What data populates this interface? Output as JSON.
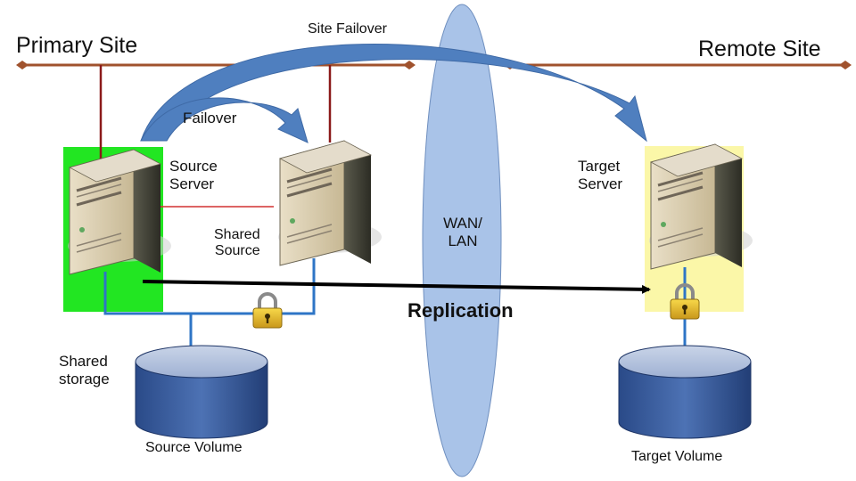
{
  "labels": {
    "primary_site": "Primary Site",
    "remote_site": "Remote Site",
    "site_failover": "Site Failover",
    "failover": "Failover",
    "source_server": "Source\nServer",
    "shared_source": "Shared\nSource",
    "target_server": "Target\nServer",
    "wan_lan": "WAN/\nLAN",
    "replication": "Replication",
    "shared_storage": "Shared\nstorage",
    "source_volume": "Source Volume",
    "target_volume": "Target Volume"
  },
  "colors": {
    "site_line": "#a0522d",
    "server_link": "#8b1a1a",
    "arrow_blue": "#4f7fbf",
    "storage_link": "#2e75c6",
    "green_zone": "#22e622",
    "yellow_zone": "#fbf7a8",
    "wan_ellipse": "#a9c3e8",
    "volume": "#34579a",
    "replication_arrow": "#000000"
  },
  "icons": [
    "server-icon",
    "lock-icon",
    "storage-volume-icon"
  ]
}
